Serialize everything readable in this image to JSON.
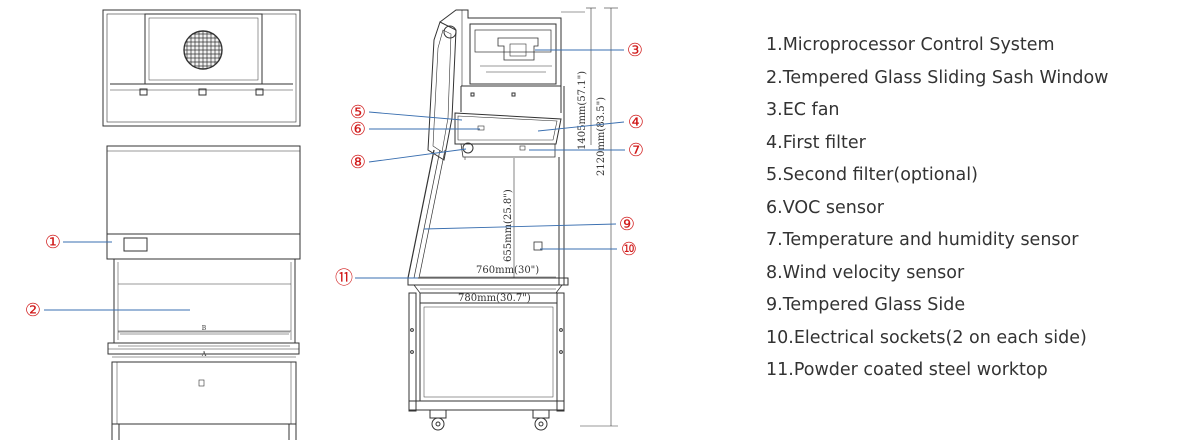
{
  "callouts": [
    {
      "num": "①",
      "label": "1.Microprocessor Control System"
    },
    {
      "num": "②",
      "label": "2.Tempered Glass Sliding Sash Window"
    },
    {
      "num": "③",
      "label": "3.EC fan"
    },
    {
      "num": "④",
      "label": "4.First filter"
    },
    {
      "num": "⑤",
      "label": "5.Second filter(optional)"
    },
    {
      "num": "⑥",
      "label": "6.VOC sensor"
    },
    {
      "num": "⑦",
      "label": "7.Temperature and humidity sensor"
    },
    {
      "num": "⑧",
      "label": "8.Wind velocity sensor"
    },
    {
      "num": "⑨",
      "label": "9.Tempered Glass Side"
    },
    {
      "num": "⑩",
      "label": "10.Electrical sockets(2 on each side)"
    },
    {
      "num": "⑪",
      "label": "11.Powder coated steel worktop"
    }
  ],
  "dimensions": {
    "d_inner_width": "760mm(30\")",
    "d_outer_width": "780mm(30.7\")",
    "d_opening": "655mm(25.8\")",
    "d_interior": "1405mm(57.1\")",
    "d_total": "2120mm(83.5\")",
    "front_b": "B",
    "front_a": "A"
  },
  "colors": {
    "callout": "#d01818",
    "leader": "#3a6fb0",
    "line": "#333333",
    "text": "#333333"
  }
}
